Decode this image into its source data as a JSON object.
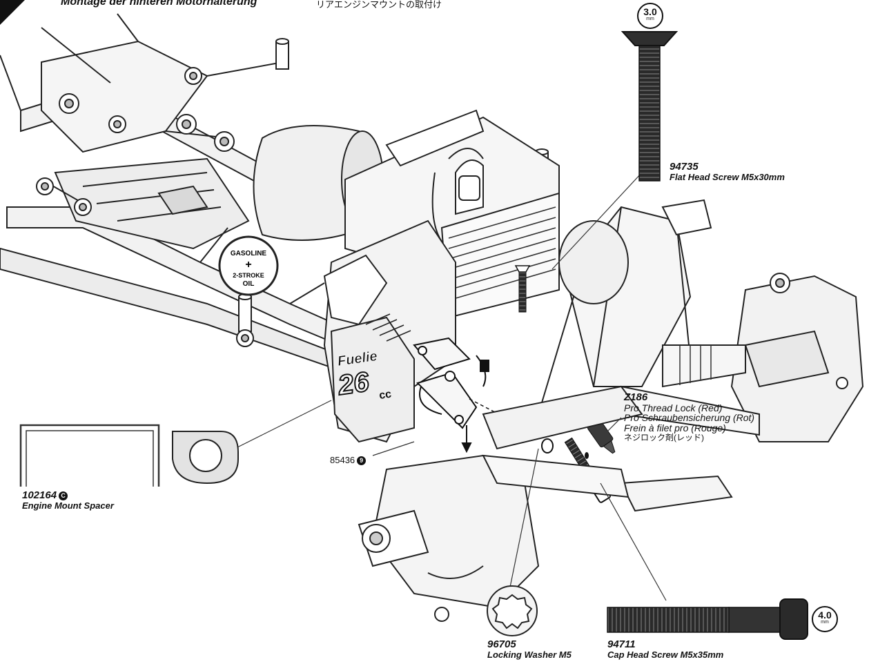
{
  "header": {
    "title": "Montage der hinteren Motorhalterung",
    "title_jp": "リアエンジンマウントの取付け"
  },
  "engine_label": {
    "brand": "Fuelie",
    "size": "26",
    "unit": "cc",
    "fuel_tag_line1": "GASOLINE",
    "fuel_tag_plus": "+",
    "fuel_tag_line2": "2-STROKE",
    "fuel_tag_line3": "OIL"
  },
  "parts": {
    "flat_head_screw": {
      "number": "94735",
      "description": "Flat Head Screw M5x30mm",
      "tool_size": "3.0",
      "tool_unit": "mm"
    },
    "thread_lock": {
      "number": "Z186",
      "line_en": "Pro Thread Lock (Red)",
      "line_de": "Pro Schraubensicherung (Rot)",
      "line_fr": "Frein à filet pro (Rouge)",
      "line_jp": "ネジロック剤(レッド)"
    },
    "engine_mount": {
      "number": "85436",
      "bag": "9"
    },
    "engine_mount_spacer": {
      "number": "102164",
      "bag": "C",
      "description": "Engine Mount Spacer"
    },
    "locking_washer": {
      "number": "96705",
      "description": "Locking Washer M5"
    },
    "cap_head_screw": {
      "number": "94711",
      "description": "Cap Head Screw M5x35mm",
      "tool_size": "4.0",
      "tool_unit": "mm"
    }
  }
}
